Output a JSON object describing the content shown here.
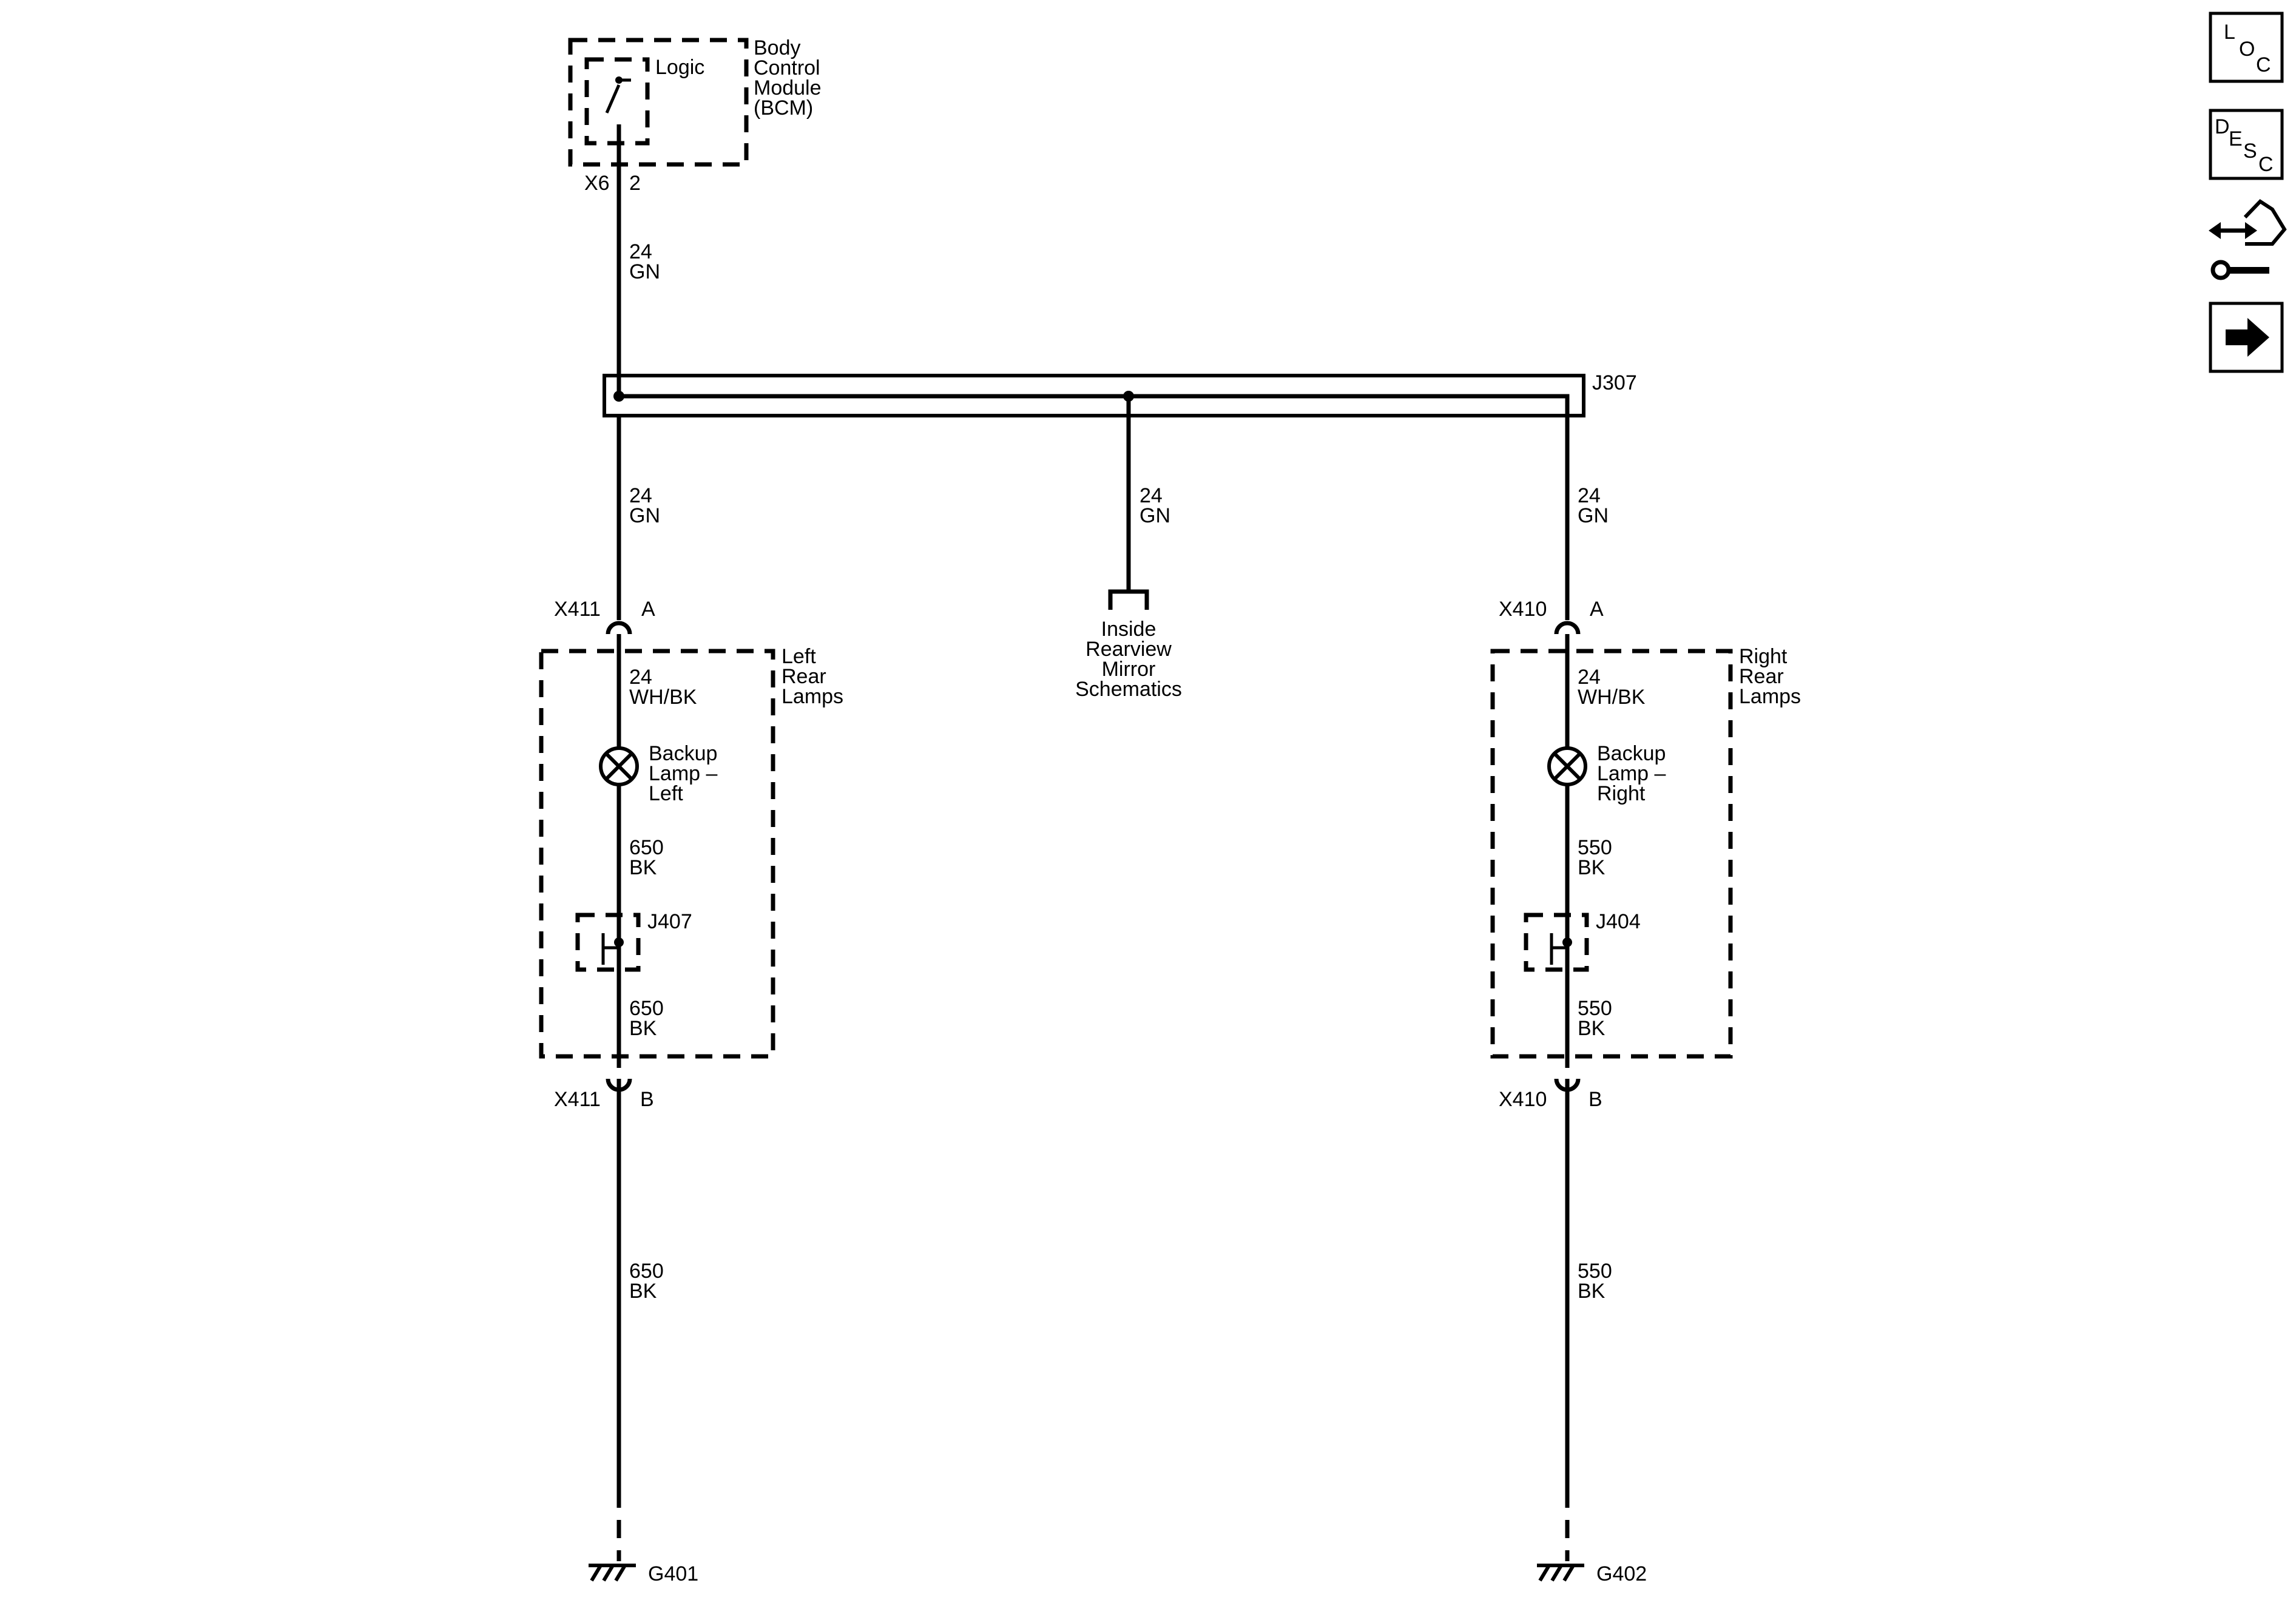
{
  "bcm": {
    "logic_label": "Logic",
    "name_lines": [
      "Body",
      "Control",
      "Module",
      "(BCM)"
    ],
    "connector": "X6",
    "pin": "2"
  },
  "wires": {
    "bcm_out": {
      "size": "24",
      "color": "GN"
    },
    "left_feed": {
      "size": "24",
      "color": "GN"
    },
    "center_feed": {
      "size": "24",
      "color": "GN"
    },
    "right_feed": {
      "size": "24",
      "color": "GN"
    },
    "left_lamp_feed": {
      "size": "24",
      "color": "WH/BK"
    },
    "right_lamp_feed": {
      "size": "24",
      "color": "WH/BK"
    },
    "left_ground_1": {
      "size": "650",
      "color": "BK"
    },
    "left_ground_2": {
      "size": "650",
      "color": "BK"
    },
    "left_ground_3": {
      "size": "650",
      "color": "BK"
    },
    "right_ground_1": {
      "size": "550",
      "color": "BK"
    },
    "right_ground_2": {
      "size": "550",
      "color": "BK"
    },
    "right_ground_3": {
      "size": "550",
      "color": "BK"
    }
  },
  "splice_main": "J307",
  "mirror": {
    "lines": [
      "Inside",
      "Rearview",
      "Mirror",
      "Schematics"
    ]
  },
  "left": {
    "connector_top": "X411",
    "pin_top": "A",
    "assembly_lines": [
      "Left",
      "Rear",
      "Lamps"
    ],
    "lamp_lines": [
      "Backup",
      "Lamp –",
      "Left"
    ],
    "splice": "J407",
    "connector_bottom": "X411",
    "pin_bottom": "B",
    "ground": "G401"
  },
  "right": {
    "connector_top": "X410",
    "pin_top": "A",
    "assembly_lines": [
      "Right",
      "Rear",
      "Lamps"
    ],
    "lamp_lines": [
      "Backup",
      "Lamp –",
      "Right"
    ],
    "splice": "J404",
    "connector_bottom": "X410",
    "pin_bottom": "B",
    "ground": "G402"
  },
  "nav": {
    "loc": [
      "L",
      "O",
      "C"
    ],
    "desc": [
      "D",
      "E",
      "S",
      "C"
    ],
    "connector_icon": "connector-wrench-icon",
    "next_icon": "arrow-right-icon"
  }
}
